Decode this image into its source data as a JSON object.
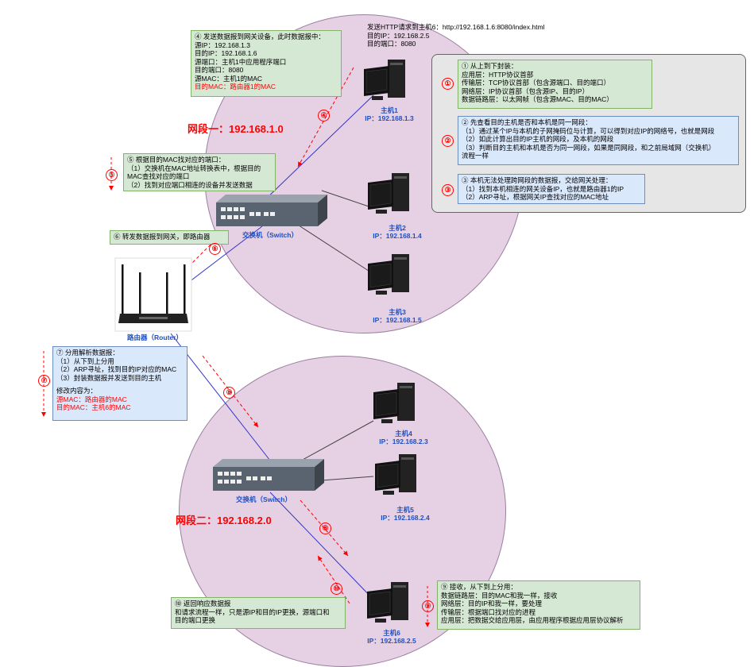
{
  "segments": {
    "one": {
      "title": "网段一：192.168.1.0"
    },
    "two": {
      "title": "网段二：192.168.2.0"
    }
  },
  "nodes": {
    "host1": {
      "name": "主机1",
      "ip": "IP：192.168.1.3"
    },
    "host2": {
      "name": "主机2",
      "ip": "IP：192.168.1.4"
    },
    "host3": {
      "name": "主机3",
      "ip": "IP：192.168.1.5"
    },
    "host4": {
      "name": "主机4",
      "ip": "IP：192.168.2.3"
    },
    "host5": {
      "name": "主机5",
      "ip": "IP：192.168.2.4"
    },
    "host6": {
      "name": "主机6",
      "ip": "IP：192.168.2.5"
    },
    "switch1": {
      "name": "交换机（Switch）"
    },
    "switch2": {
      "name": "交换机（Switch）"
    },
    "router": {
      "name": "路由器（Router）"
    }
  },
  "request_box": {
    "lines": [
      "发送HTTP请求到主机6：http://192.168.1.6:8080/index.html",
      "目的IP：192.168.2.5",
      "目的端口：8080"
    ]
  },
  "step4_box": {
    "lines": [
      "④ 发送数据报到网关设备，此时数据报中：",
      "源IP：192.168.1.3",
      "目的IP：192.168.1.6",
      "源端口：主机1中应用程序端口",
      "目的端口：8080",
      "源MAC：主机1的MAC"
    ],
    "red_line": "目的MAC：路由器1的MAC"
  },
  "step5_box": {
    "lines": [
      "⑤ 根据目的MAC找对应的端口：",
      "（1）交换机在MAC地址转换表中，根据目的",
      "MAC查找对应的端口",
      "（2）找到对应端口相连的设备并发送数据"
    ]
  },
  "step6_box": {
    "text": "⑥ 转发数据报到网关，即路由器"
  },
  "step7_box": {
    "lines": [
      "⑦ 分用解析数据报：",
      "（1）从下到上分用",
      "（2）ARP寻址，找到目的IP对应的MAC",
      "（3）封装数据报并发送到目的主机",
      "",
      "修改内容为："
    ],
    "red_lines": [
      "源MAC：路由器的MAC",
      "目的MAC：主机6的MAC"
    ]
  },
  "panel": {
    "box1": [
      "① 从上到下封装：",
      "应用层：HTTP协议首部",
      "传输层：TCP协议首部（包含源端口、目的端口）",
      "网络层：IP协议首部（包含源IP、目的IP）",
      "数据链路层：以太网帧（包含源MAC、目的MAC）"
    ],
    "box2": [
      "② 先查看目的主机是否和本机是同一网段：",
      "（1）通过某个IP与本机的子网掩码位与计算，可以得到对应IP的网络号，也就是网段",
      "（2）如此计算出目的IP主机的网段，及本机的网段",
      "（3）判断目的主机和本机是否为同一网段，如果是同网段，和之前局域网（交换机）",
      "流程一样"
    ],
    "box3": [
      "③ 本机无法处理跨网段的数据报，交给网关处理：",
      "（1）找到本机相连的网关设备IP，也就是路由器1的IP",
      "（2）ARP寻址，根据网关IP查找对应的MAC地址"
    ]
  },
  "step9_box": {
    "lines": [
      "⑨ 接收，从下到上分用：",
      "数据链路层：目的MAC和我一样，接收",
      "网络层：目的IP和我一样，要处理",
      "传输层：根据端口找对应的进程",
      "应用层：把数据交给应用层，由应用程序根据应用层协议解析"
    ]
  },
  "step10_box": {
    "lines": [
      "⑩ 返回响应数据报",
      "和请求流程一样，只是源IP和目的IP更换，源端口和",
      "目的端口更换"
    ]
  },
  "markers": [
    "①",
    "②",
    "③",
    "④",
    "⑤",
    "⑥",
    "⑦",
    "⑧",
    "⑧",
    "⑨",
    "⑩"
  ],
  "colors": {
    "red": "#ff0000",
    "blue_link": "#3333cc",
    "gray_link": "#7f7f7f",
    "circle_fill": "#e6d0e3"
  }
}
